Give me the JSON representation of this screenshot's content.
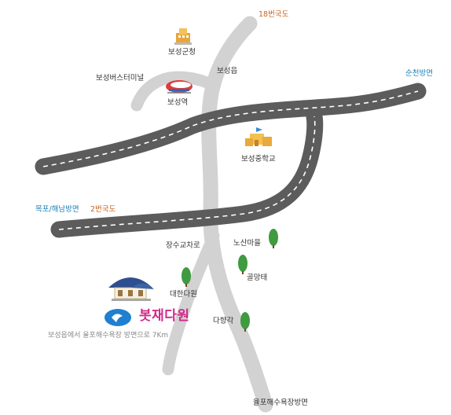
{
  "labels": {
    "route18": "18번국도",
    "county_office": "보성군청",
    "bus_terminal": "보성버스터미널",
    "boseong_eup": "보성읍",
    "suncheon": "순천방면",
    "station": "보성역",
    "middle_school": "보성중학교",
    "mokpo": "목포/해남방면",
    "route2": "2번국도",
    "jangsu_intersection": "장수교차로",
    "nosan_village": "노산마을",
    "golmangtae": "골망태",
    "daehan_dawon": "대한다원",
    "dahyanggak": "다향각",
    "brand_name": "봇재다원",
    "direction_note": "보성읍에서 율포해수욕장 방면으로 7Km",
    "yulpo_beach": "율포해수욕장방면"
  },
  "colors": {
    "gray_road": "#d2d2d2",
    "highway": "#5c5c5c",
    "tree": "#3f9a40",
    "accent_blue": "#1a7fb5",
    "accent_orange": "#c8641e",
    "brand": "#d12a8a"
  }
}
